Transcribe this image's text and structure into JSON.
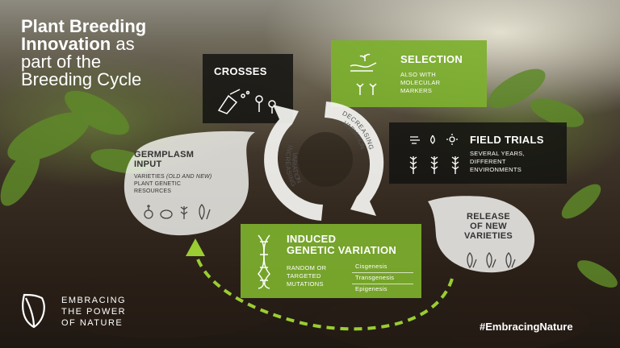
{
  "title": {
    "line1": "Plant Breeding",
    "line2_bold": "Innovation",
    "line2_rest": " as",
    "line3": "part of the",
    "line4": "Breeding Cycle"
  },
  "crosses": {
    "heading": "CROSSES"
  },
  "selection": {
    "heading": "SELECTION",
    "sub1": "ALSO WITH",
    "sub2": "MOLECULAR",
    "sub3": "MARKERS"
  },
  "field_trials": {
    "heading": "FIELD TRIALS",
    "sub1": "SEVERAL YEARS,",
    "sub2": "DIFFERENT",
    "sub3": "ENVIRONMENTS"
  },
  "germplasm": {
    "heading1": "GERMPLASM",
    "heading2": "INPUT",
    "sub1_a": "VARIETIES ",
    "sub1_b": "(OLD AND NEW)",
    "sub2": "PLANT GENETIC",
    "sub3": "RESOURCES"
  },
  "release": {
    "line1": "RELEASE",
    "line2": "OF NEW",
    "line3": "VARIETIES"
  },
  "induced": {
    "heading1": "INDUCED",
    "heading2": "GENETIC VARIATION",
    "sub1": "RANDOM OR",
    "sub2": "TARGETED",
    "sub3": "MUTATIONS",
    "methods": [
      "Cisgenesis",
      "Transgenesis",
      "Epigenesis"
    ]
  },
  "wheel": {
    "decreasing": "DECREASING",
    "increasing": "INCREASING",
    "variation": "VARIATION"
  },
  "brand": {
    "line1": "EMBRACING",
    "line2": "THE POWER",
    "line3": "OF NATURE"
  },
  "hashtag": "#EmbracingNature",
  "colors": {
    "green": "#7db02e",
    "dark": "#141412",
    "arrow": "#9acd32"
  }
}
